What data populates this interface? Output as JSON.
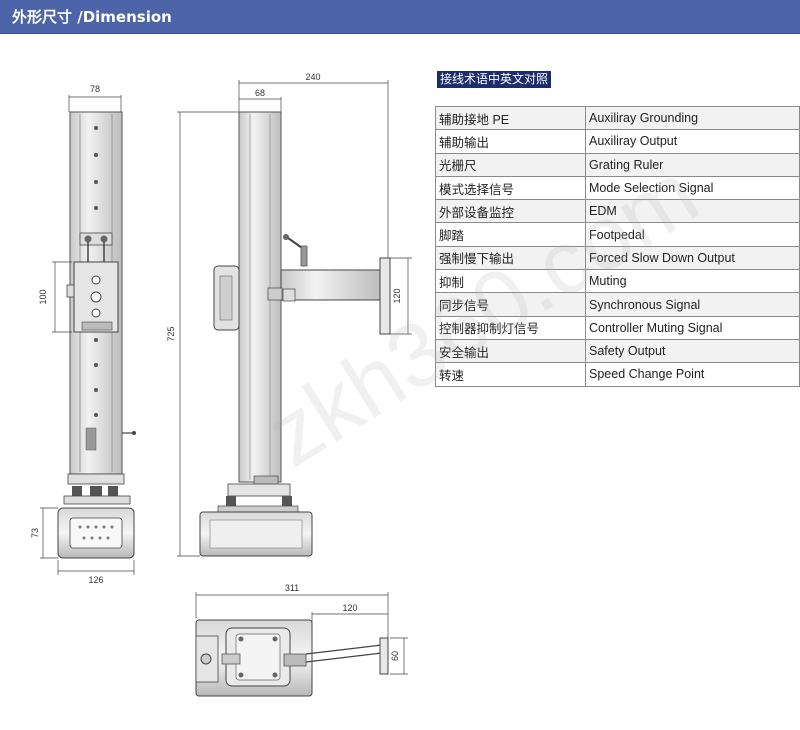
{
  "header": {
    "title": "外形尺寸 /Dimension",
    "color": "#4d64a8"
  },
  "drawings": {
    "front_view": {
      "width": "78",
      "height": "100",
      "base_width": "126",
      "base_height": "73"
    },
    "side_view": {
      "total_width": "240",
      "column_width": "68",
      "overall_height": "725",
      "arm_height": "120"
    },
    "top_view": {
      "length": "311",
      "arm_length": "120",
      "arm_depth": "60"
    }
  },
  "table": {
    "caption": "接线术语中英文对照",
    "rows": [
      {
        "zh": "辅助接地 PE",
        "en": "Auxiliray Grounding"
      },
      {
        "zh": "辅助输出",
        "en": "Auxiliray Output"
      },
      {
        "zh": "光栅尺",
        "en": "Grating Ruler"
      },
      {
        "zh": "模式选择信号",
        "en": "Mode Selection Signal"
      },
      {
        "zh": "外部设备监控",
        "en": "EDM"
      },
      {
        "zh": "脚踏",
        "en": "Footpedal"
      },
      {
        "zh": "强制慢下输出",
        "en": "Forced Slow Down Output"
      },
      {
        "zh": "抑制",
        "en": "Muting"
      },
      {
        "zh": "同步信号",
        "en": "Synchronous Signal"
      },
      {
        "zh": "控制器抑制灯信号",
        "en": "Controller Muting Signal"
      },
      {
        "zh": "安全输出",
        "en": "Safety Output"
      },
      {
        "zh": "转速",
        "en": "Speed Change Point"
      }
    ]
  },
  "watermark": "zkh360.com"
}
